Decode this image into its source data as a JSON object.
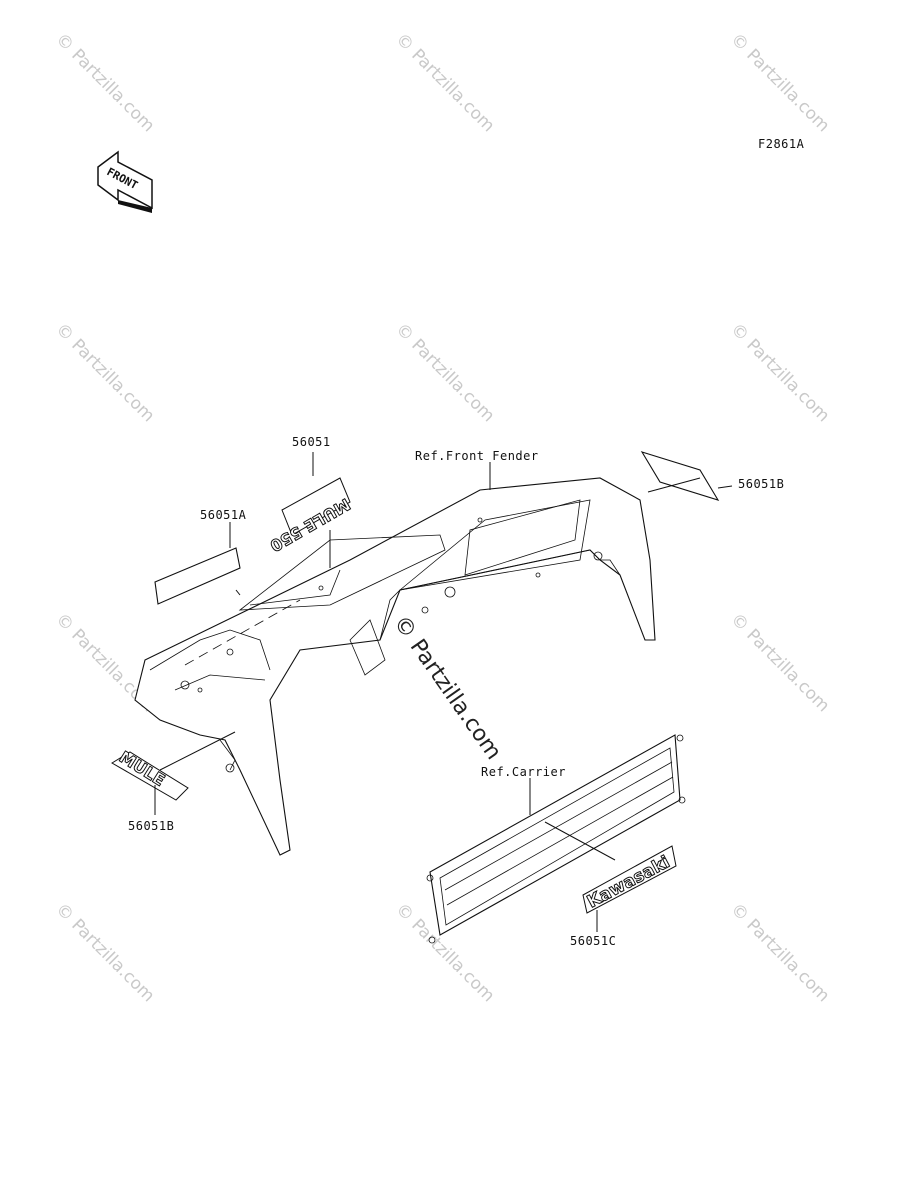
{
  "figure_code": "F2861A",
  "front_arrow_label": "FRONT",
  "watermark": "© Partzilla.com",
  "callouts": {
    "ref_front_fender": "Ref.Front Fender",
    "ref_carrier": "Ref.Carrier",
    "p56051": "56051",
    "p56051A": "56051A",
    "p56051B_right": "56051B",
    "p56051B_left": "56051B",
    "p56051C": "56051C"
  },
  "decals": {
    "mule_550": "MULE 550",
    "mule": "MULE",
    "kawasaki": "Kawasaki"
  }
}
